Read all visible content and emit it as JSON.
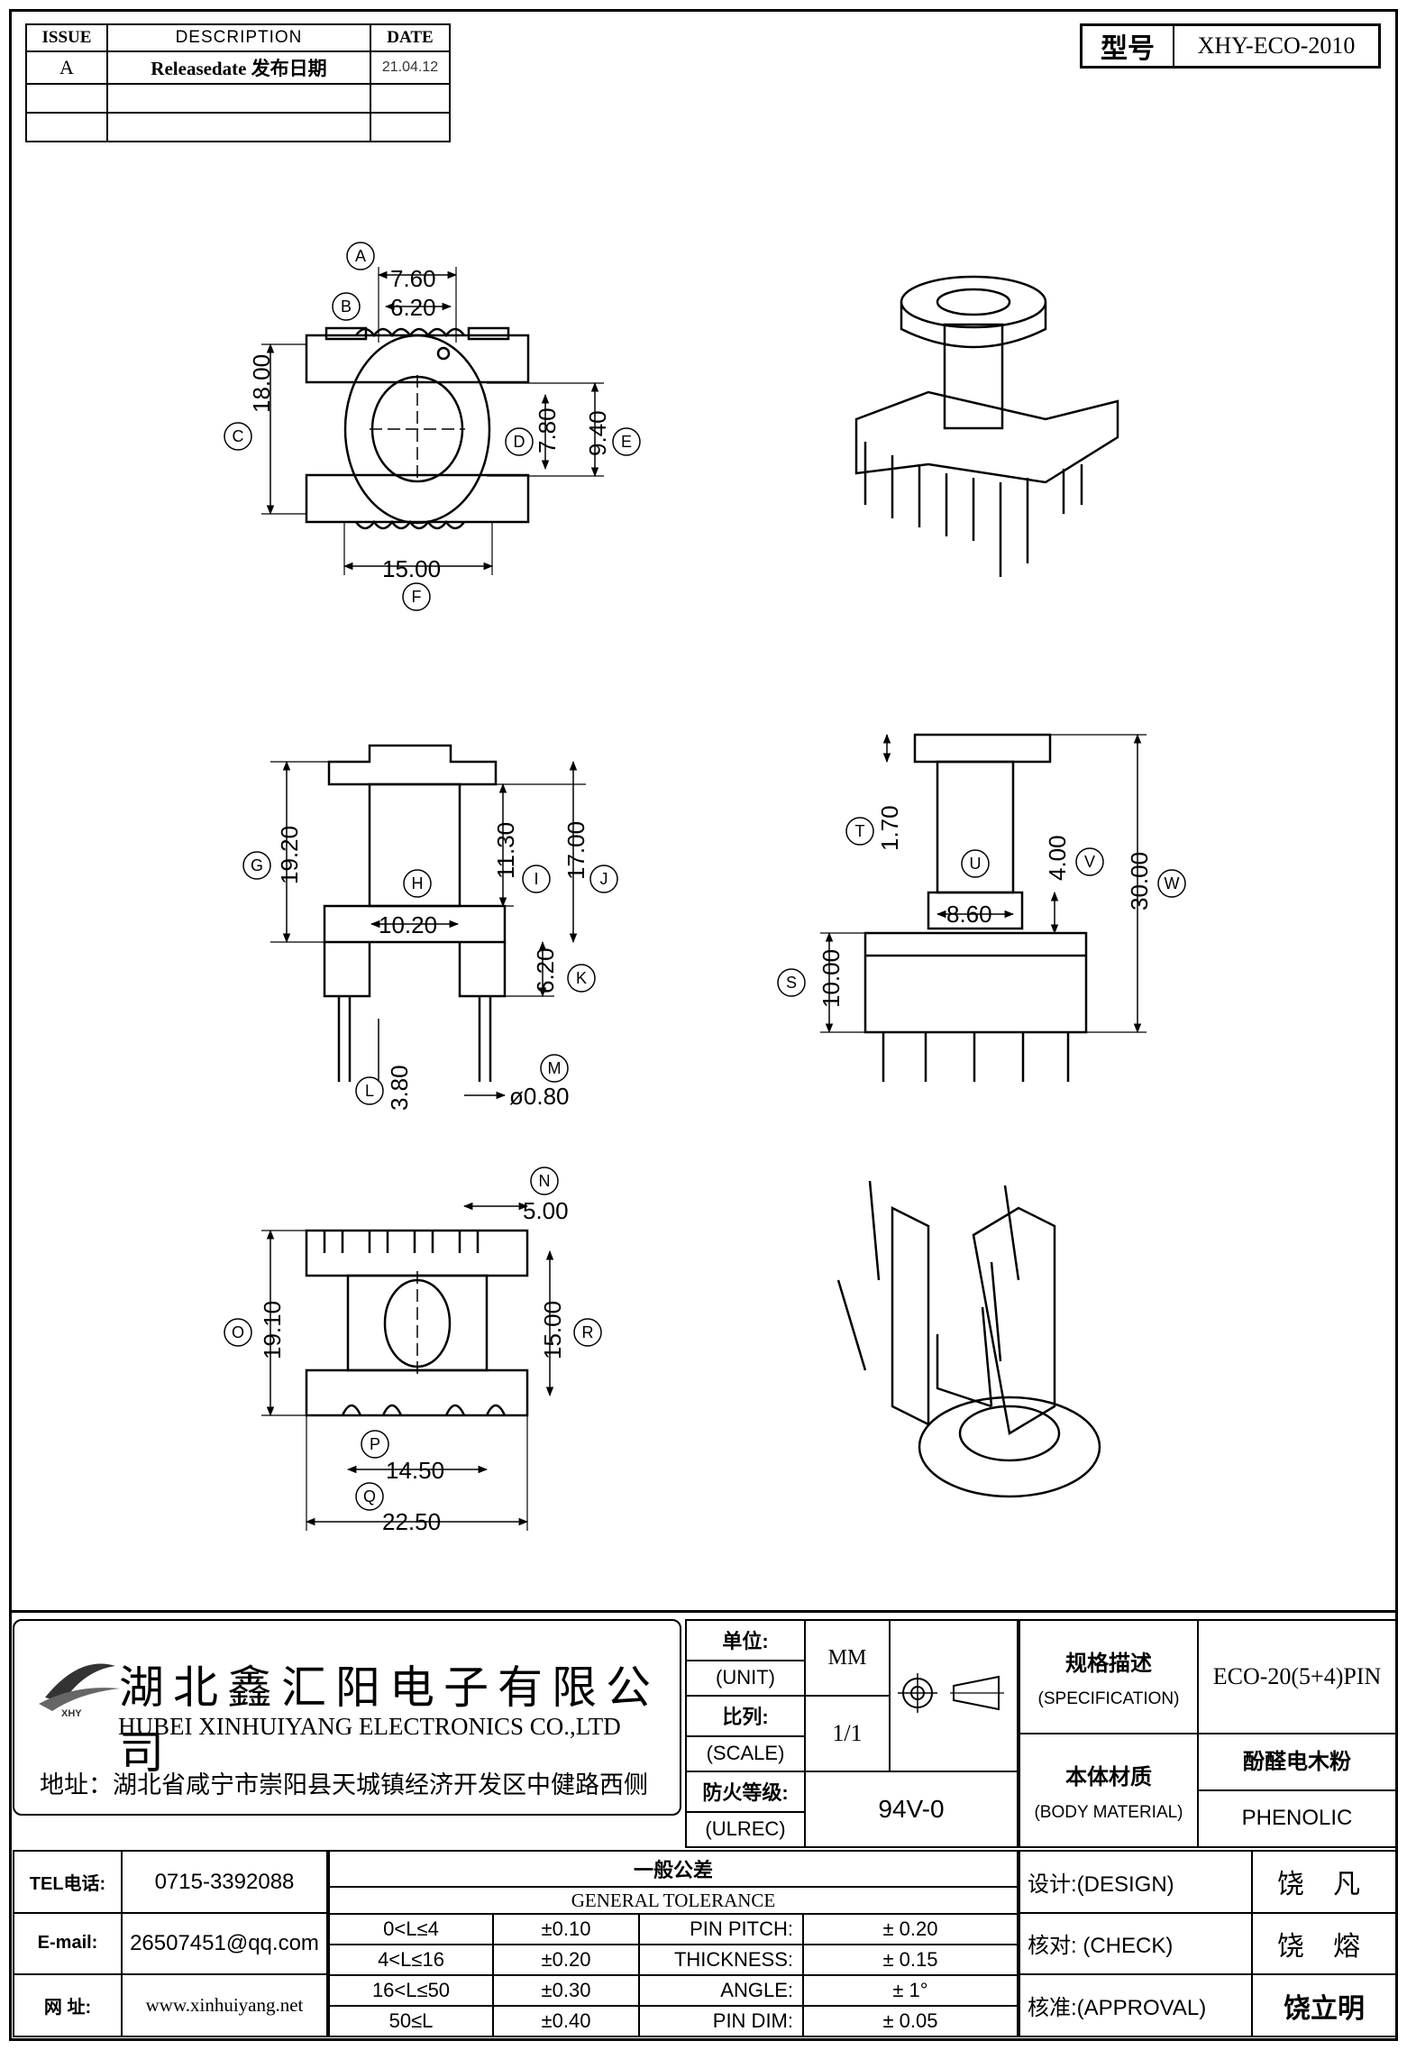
{
  "revision": {
    "headers": [
      "ISSUE",
      "DESCRIPTION",
      "DATE"
    ],
    "rows": [
      [
        "A",
        "Releasedate 发布日期",
        "21.04.12"
      ],
      [
        "",
        "",
        ""
      ],
      [
        "",
        "",
        ""
      ]
    ]
  },
  "model": {
    "label": "型号",
    "value": "XHY-ECO-2010"
  },
  "dims": {
    "A": "7.60",
    "B": "6.20",
    "C": "18.00",
    "D": "7.80",
    "E": "9.40",
    "F": "15.00",
    "G": "19.20",
    "H": "10.20",
    "I": "11.30",
    "J": "17.00",
    "K": "6.20",
    "L": "3.80",
    "M": "ø0.80",
    "T": "1.70",
    "U": "8.60",
    "V": "4.00",
    "W": "30.00",
    "S": "10.00",
    "N": "5.00",
    "O": "19.10",
    "R": "15.00",
    "P": "14.50",
    "Q": "22.50"
  },
  "company": {
    "name_cn": "湖北鑫汇阳电子有限公司",
    "name_en": "HUBEI XINHUIYANG ELECTRONICS CO.,LTD",
    "address": "地址：湖北省咸宁市崇阳县天城镇经济开发区中健路西侧"
  },
  "unit": {
    "label_cn": "单位:",
    "label_en": "(UNIT)",
    "value": "MM"
  },
  "scale": {
    "label_cn": "比列:",
    "label_en": "(SCALE)",
    "value": "1/1"
  },
  "fire": {
    "label_cn": "防火等级:",
    "label_en": "(ULREC)",
    "value": "94V-0"
  },
  "spec": {
    "label_cn": "规格描述",
    "label_en": "(SPECIFICATION)",
    "value": "ECO-20(5+4)PIN"
  },
  "material": {
    "label_cn": "本体材质",
    "label_en": "(BODY MATERIAL)",
    "value_cn": "酚醛电木粉",
    "value_en": "PHENOLIC"
  },
  "contact": {
    "tel_label": "TEL电话:",
    "tel": "0715-3392088",
    "email_label": "E-mail:",
    "email": "26507451@qq.com",
    "web_label": "网 址:",
    "web": "www.xinhuiyang.net"
  },
  "tolerance": {
    "title_cn": "一般公差",
    "title_en": "GENERAL TOLERANCE",
    "ranges": [
      {
        "range": "0<L≤4",
        "tol": "±0.10",
        "item": "PIN PITCH:",
        "val": "± 0.20"
      },
      {
        "range": "4<L≤16",
        "tol": "±0.20",
        "item": "THICKNESS:",
        "val": "± 0.15"
      },
      {
        "range": "16<L≤50",
        "tol": "±0.30",
        "item": "ANGLE:",
        "val": "± 1°"
      },
      {
        "range": "50≤L",
        "tol": "±0.40",
        "item": "PIN DIM:",
        "val": "± 0.05"
      }
    ]
  },
  "signoff": {
    "design_label": "设计:(DESIGN)",
    "design": "饶 凡",
    "check_label": "核对: (CHECK)",
    "check": "饶 熔",
    "approval_label": "核准:(APPROVAL)",
    "approval": "饶立明"
  }
}
